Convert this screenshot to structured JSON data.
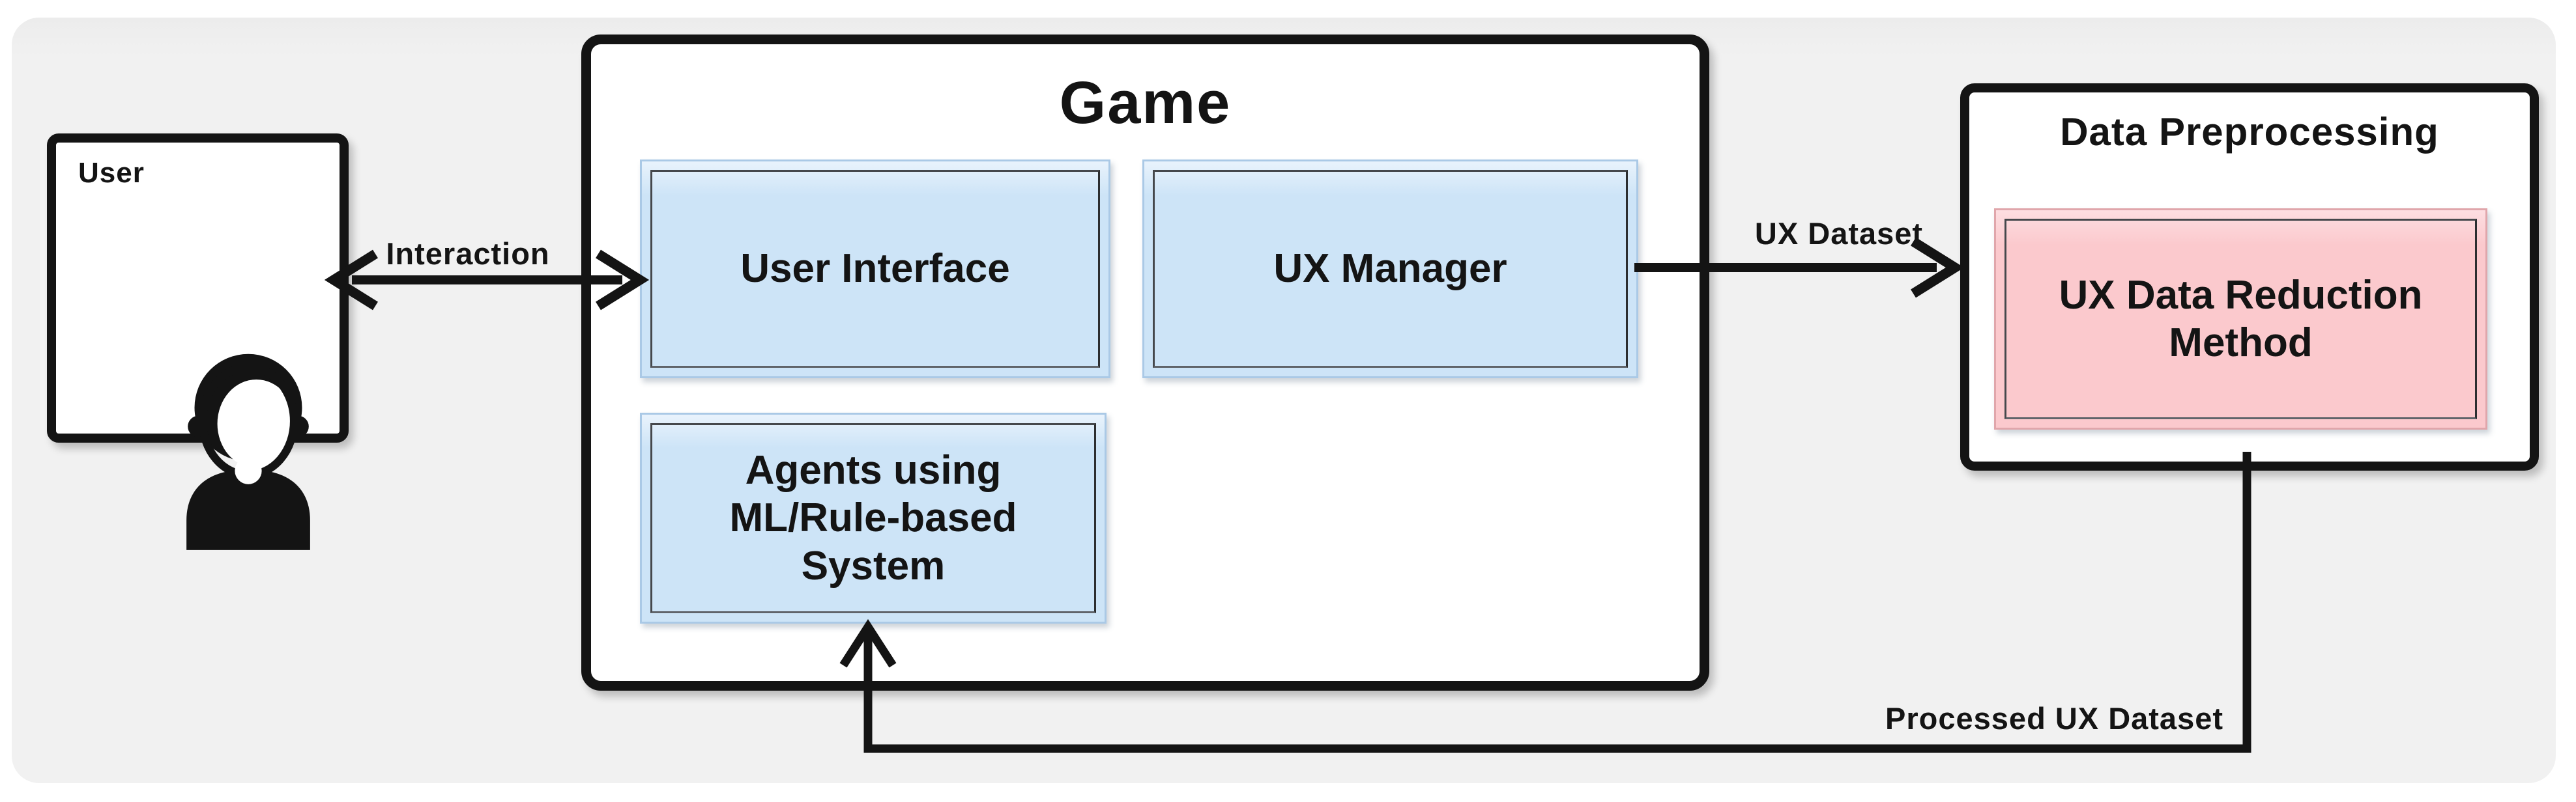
{
  "user_box": {
    "title": "User",
    "icon": "person-icon"
  },
  "game_box": {
    "title": "Game",
    "ui_label": "User Interface",
    "uxm_label": "UX Manager",
    "agents_label": "Agents using ML/Rule-based System"
  },
  "dp_box": {
    "title": "Data Preprocessing",
    "reduction_label": "UX Data Reduction Method"
  },
  "arrows": {
    "interaction_label": "Interaction",
    "ux_dataset_label": "UX Dataset",
    "processed_label": "Processed UX Dataset"
  },
  "colors": {
    "panel_bg": "#f1f1f1",
    "blue_fill": "#cde4f7",
    "blue_border": "#aac9e6",
    "pink_fill": "#fbc9cd",
    "pink_border": "#e0a6ab",
    "inner_frame": "#45484c",
    "line": "#141414"
  }
}
